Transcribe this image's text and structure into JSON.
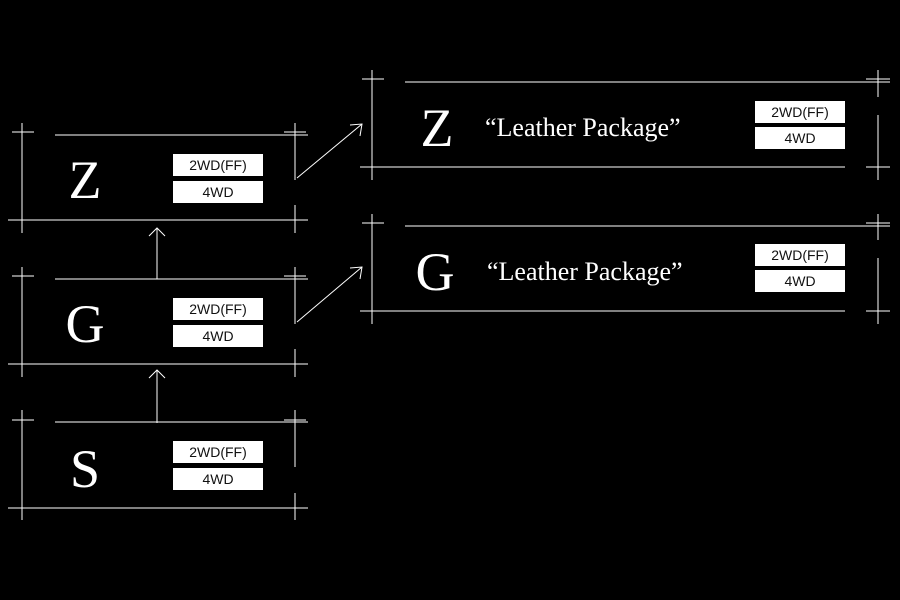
{
  "diagram": {
    "grades": [
      {
        "id": "z",
        "letter": "Z",
        "drivetrains": [
          "2WD(FF)",
          "4WD"
        ]
      },
      {
        "id": "g",
        "letter": "G",
        "drivetrains": [
          "2WD(FF)",
          "4WD"
        ]
      },
      {
        "id": "s",
        "letter": "S",
        "drivetrains": [
          "2WD(FF)",
          "4WD"
        ]
      }
    ],
    "packages": [
      {
        "id": "z-leather",
        "letter": "Z",
        "label": "“Leather Package”",
        "drivetrains": [
          "2WD(FF)",
          "4WD"
        ]
      },
      {
        "id": "g-leather",
        "letter": "G",
        "label": "“Leather Package”",
        "drivetrains": [
          "2WD(FF)",
          "4WD"
        ]
      }
    ],
    "colors": {
      "background": "#000000",
      "line": "#ffffff",
      "badge": "#ffffff",
      "badge_text": "#111111"
    }
  }
}
